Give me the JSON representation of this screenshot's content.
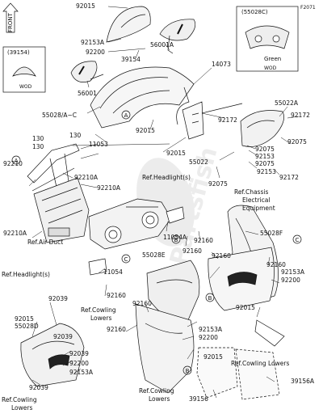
{
  "diagram_id": "F2071",
  "front_label": "FRONT",
  "inset_left": {
    "code": "(39154)",
    "note": "WOD"
  },
  "inset_right": {
    "code": "(55028C)",
    "color": "Green",
    "note": "WOD"
  },
  "watermark": "Partsfish",
  "callouts": {
    "c1": "92015",
    "c2": "92153A",
    "c3": "92200",
    "c4": "39154",
    "c5": "56001A",
    "c6": "56001",
    "c7": "14073",
    "c8": "55028/A~C",
    "c9": "92015",
    "c10": "92172",
    "c11": "55022A",
    "c12": "92172",
    "c13": "92015",
    "c14": "92075",
    "c15": "92075",
    "c16": "92153",
    "c17": "55022",
    "c18": "92075",
    "c19": "92153",
    "c20": "92075",
    "c21": "92172",
    "c22": "130",
    "c23": "130",
    "c24": "130",
    "c25": "11053",
    "c26": "92210",
    "c27": "92210A",
    "c28": "92210A",
    "c29": "92210A",
    "c30": "55028F",
    "c31": "11054A",
    "c32": "92160",
    "c33": "92160",
    "c34": "55028E",
    "c35": "92160",
    "c36": "92160",
    "c37": "92153A",
    "c38": "92200",
    "c39": "92015",
    "c40": "11054",
    "c41": "92160",
    "c42": "92039",
    "c43": "92015",
    "c44": "55028D",
    "c45": "92039",
    "c46": "92039",
    "c47": "92200",
    "c48": "92153A",
    "c49": "92039",
    "c50": "92160",
    "c51": "92153A",
    "c52": "92200",
    "c53": "92015",
    "c54": "39156",
    "c55": "39156A",
    "c56": "92160"
  },
  "refs": {
    "headlight_top": "Ref.Headlight(s)",
    "headlight_left": "Ref.Headlight(s)",
    "air_duct": "Ref.Air Duct",
    "chassis": [
      "Ref.Chassis",
      "Electrical",
      "Equipment"
    ],
    "cowl_lowers_mid": [
      "Ref.Cowling",
      "Lowers"
    ],
    "cowl_lowers_right": "Ref.Cowling Lowers",
    "cowl_lowers_bottom": [
      "Ref.Cowling",
      "Lowers"
    ],
    "cowl_lowers_left": [
      "Ref.Cowling",
      "Lowers"
    ]
  },
  "circle_markers": [
    "A",
    "A",
    "B",
    "B",
    "B",
    "C",
    "C"
  ]
}
